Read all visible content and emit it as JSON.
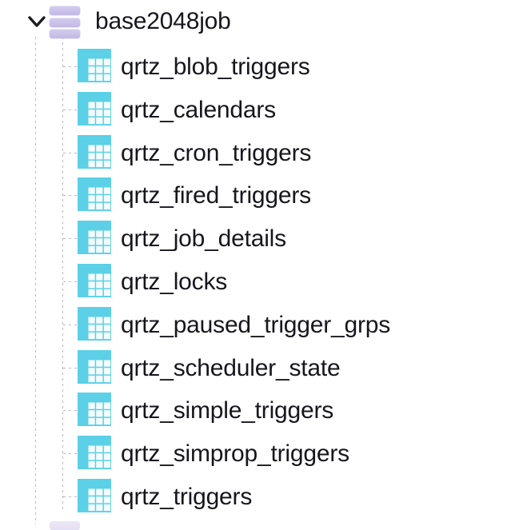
{
  "theme": {
    "background": "#ffffff",
    "text_color": "#16161e",
    "database_icon_color": "#c3b8e6",
    "table_icon_color": "#5bd0e6",
    "table_icon_cell_color": "#f2fbfd",
    "guide_line_color": "#b9b9c4"
  },
  "tree": {
    "root": {
      "label": "base2048job",
      "expanded": true,
      "expander_icon": "chevron-down-icon",
      "icon": "database-icon",
      "child_count": 11
    },
    "children": [
      {
        "label": "qrtz_blob_triggers",
        "icon": "table-icon"
      },
      {
        "label": "qrtz_calendars",
        "icon": "table-icon"
      },
      {
        "label": "qrtz_cron_triggers",
        "icon": "table-icon"
      },
      {
        "label": "qrtz_fired_triggers",
        "icon": "table-icon"
      },
      {
        "label": "qrtz_job_details",
        "icon": "table-icon"
      },
      {
        "label": "qrtz_locks",
        "icon": "table-icon"
      },
      {
        "label": "qrtz_paused_trigger_grps",
        "icon": "table-icon"
      },
      {
        "label": "qrtz_scheduler_state",
        "icon": "table-icon"
      },
      {
        "label": "qrtz_simple_triggers",
        "icon": "table-icon"
      },
      {
        "label": "qrtz_simprop_triggers",
        "icon": "table-icon"
      },
      {
        "label": "qrtz_triggers",
        "icon": "table-icon"
      }
    ]
  }
}
